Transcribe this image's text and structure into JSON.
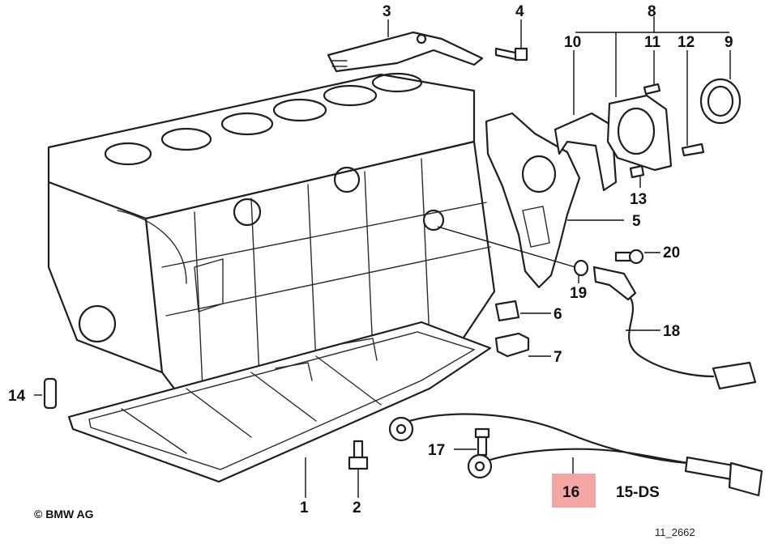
{
  "diagram": {
    "copyright": "© BMW AG",
    "ref_code": "11_2662",
    "highlight_color": "#f4a6a6",
    "parts": {
      "p1": "1",
      "p2": "2",
      "p3": "3",
      "p4": "4",
      "p5": "5",
      "p6": "6",
      "p7": "7",
      "p8": "8",
      "p9": "9",
      "p10": "10",
      "p11": "11",
      "p12": "12",
      "p13": "13",
      "p14": "14",
      "p15": "15-DS",
      "p16": "16",
      "p17": "17",
      "p18": "18",
      "p19": "19",
      "p20": "20"
    }
  }
}
